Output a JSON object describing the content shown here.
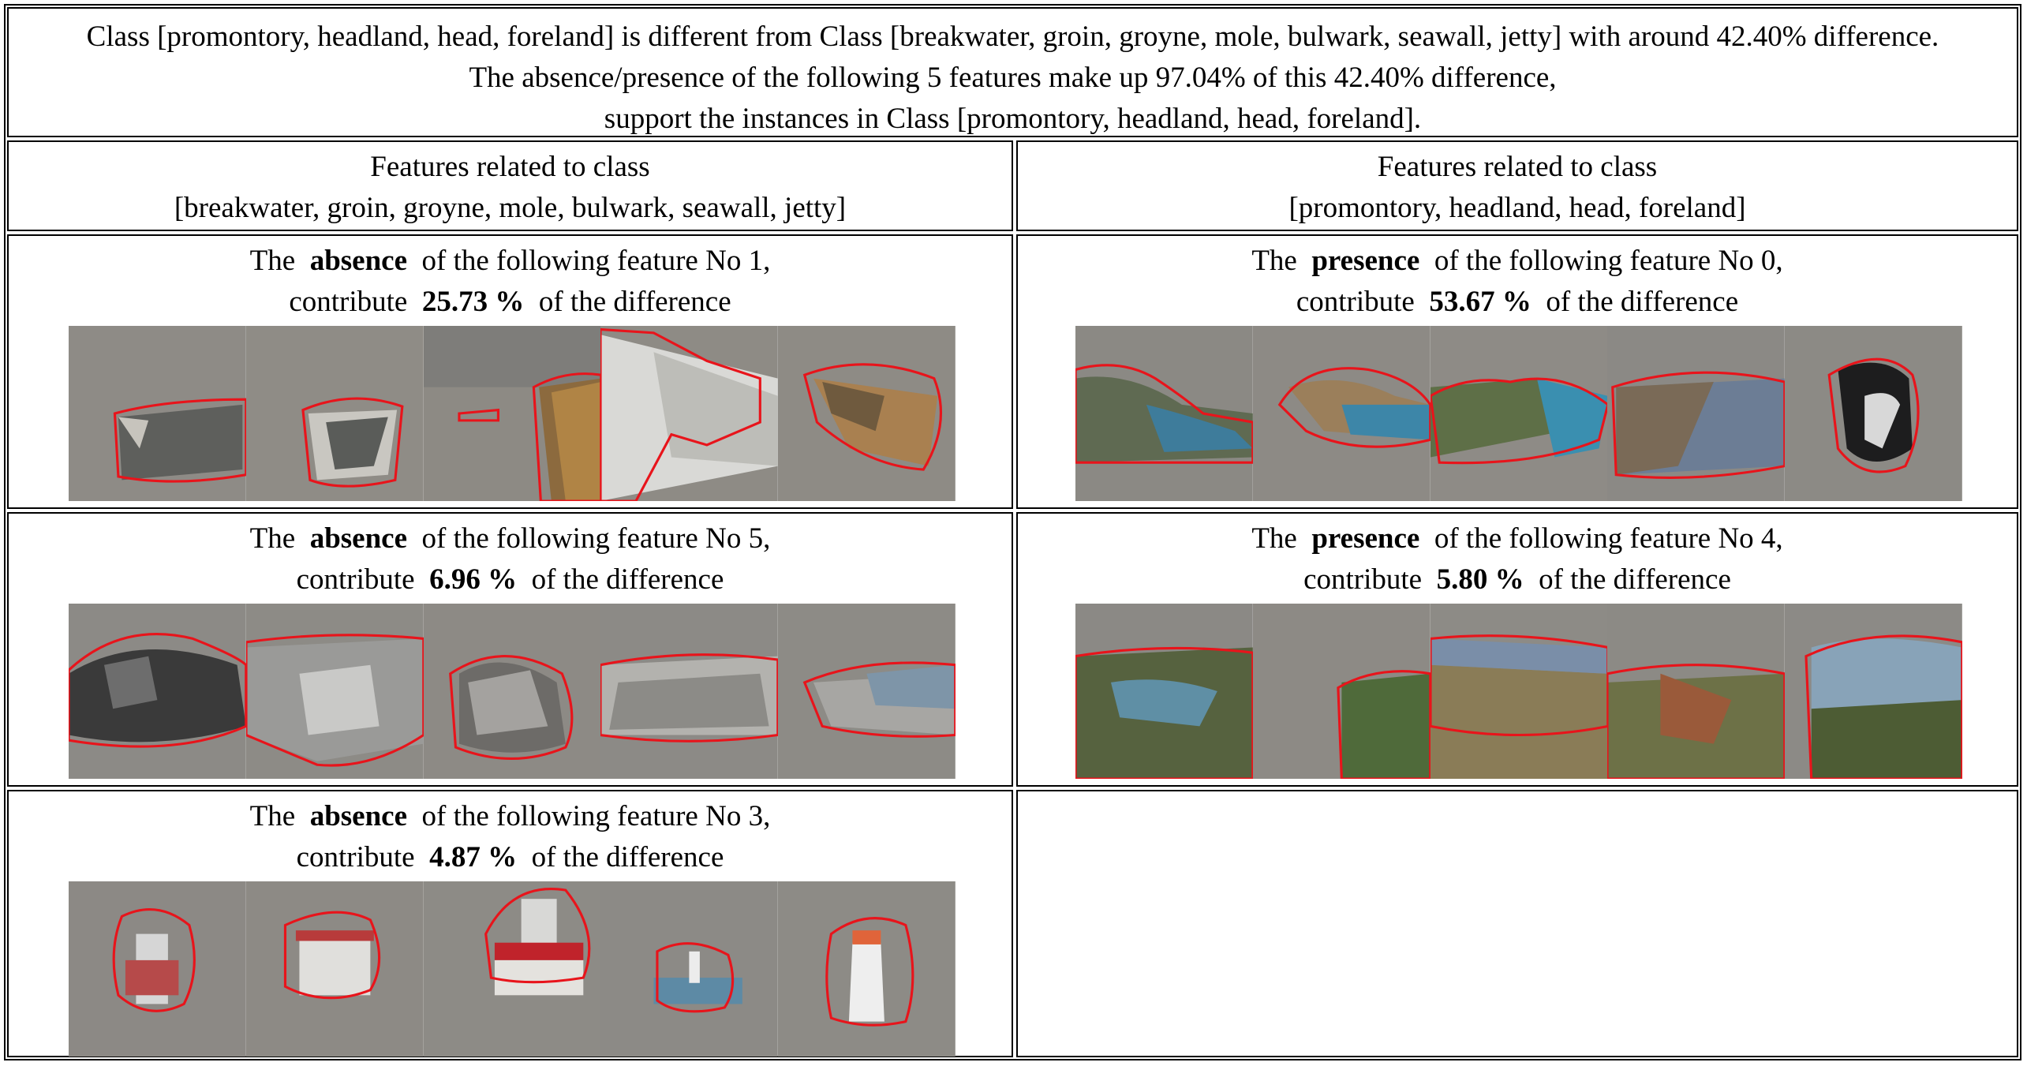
{
  "header": {
    "line1": "Class [promontory, headland, head, foreland] is different from Class [breakwater, groin, groyne, mole, bulwark, seawall, jetty] with around 42.40% difference.",
    "line2": "The absence/presence of the following 5 features make up 97.04% of this 42.40% difference,",
    "line3": "support the instances in Class [promontory, headland, head, foreland]."
  },
  "columns": {
    "left": {
      "line1": "Features related to class",
      "line2": "[breakwater, groin, groyne, mole, bulwark, seawall, jetty]"
    },
    "right": {
      "line1": "Features related to class",
      "line2": "[promontory, headland, head, foreland]"
    }
  },
  "caption_parts": {
    "the": "The",
    "of_following": "of the following feature No",
    "contribute": "contribute",
    "of_difference": "of the difference"
  },
  "features": {
    "f1": {
      "kind": "absence",
      "no": "1,",
      "pct": "25.73 %"
    },
    "f0": {
      "kind": "presence",
      "no": "0,",
      "pct": "53.67 %"
    },
    "f5": {
      "kind": "absence",
      "no": "5,",
      "pct": "6.96 %"
    },
    "f4": {
      "kind": "presence",
      "no": "4,",
      "pct": "5.80 %"
    },
    "f3": {
      "kind": "absence",
      "no": "3,",
      "pct": "4.87 %"
    }
  },
  "colors": {
    "outline": "#e8141b",
    "bg_gray": "#8a8780",
    "border": "#000000"
  }
}
